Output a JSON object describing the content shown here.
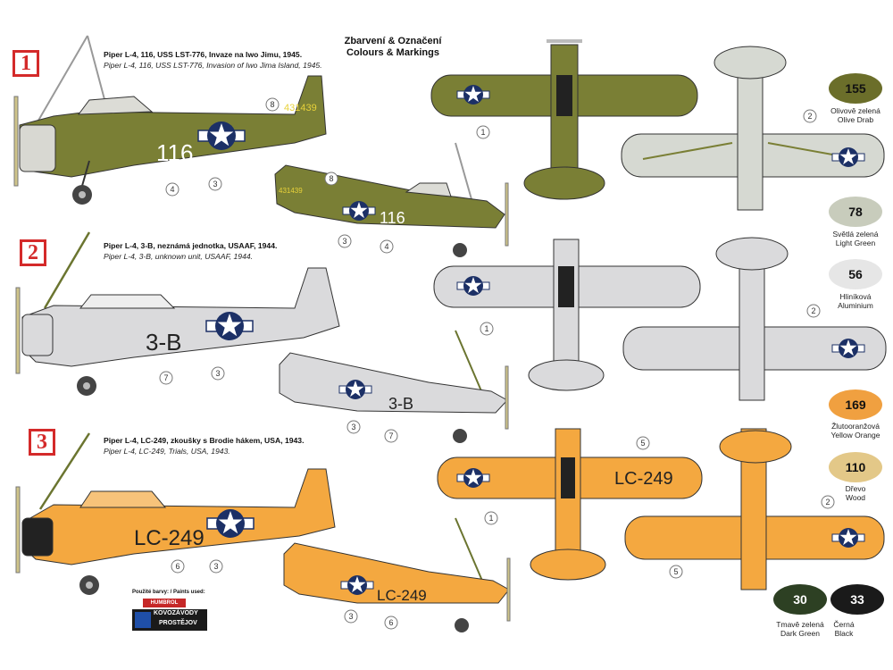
{
  "header": {
    "line1": "Zbarvení & Označení",
    "line2": "Colours & Markings"
  },
  "schemes": [
    {
      "number": "1",
      "cz": "Piper L-4, 116, USS LST-776, Invaze na Iwo Jimu, 1945.",
      "en": "Piper L-4, 116, USS LST-776, Invasion of Iwo Jima Island, 1945.",
      "code": "116",
      "serial": "431439"
    },
    {
      "number": "2",
      "cz": "Piper L-4, 3-B, neznámá jednotka, USAAF, 1944.",
      "en": "Piper L-4, 3-B, unknown unit, USAAF, 1944.",
      "code": "3-B"
    },
    {
      "number": "3",
      "cz": "Piper L-4, LC-249, zkoušky s Brodie hákem, USA, 1943.",
      "en": "Piper L-4, LC-249, Trials, USA, 1943.",
      "code": "LC-249"
    }
  ],
  "callouts": [
    "1",
    "2",
    "3",
    "4",
    "5",
    "6",
    "7",
    "8"
  ],
  "paints": [
    {
      "code": "155",
      "cz": "Olivově zelená",
      "en": "Olive Drab",
      "color": "#6b6e2a",
      "text": "#111111"
    },
    {
      "code": "78",
      "cz": "Světlá zelená",
      "en": "Light Green",
      "color": "#c8ccbc",
      "text": "#111111"
    },
    {
      "code": "56",
      "cz": "Hliníková",
      "en": "Aluminium",
      "color": "#e6e6e6",
      "text": "#111111"
    },
    {
      "code": "169",
      "cz": "Žlutooranžová",
      "en": "Yellow Orange",
      "color": "#f0a040",
      "text": "#111111"
    },
    {
      "code": "110",
      "cz": "Dřevo",
      "en": "Wood",
      "color": "#e3c888",
      "text": "#111111"
    },
    {
      "code": "30",
      "cz": "Tmavě zelená",
      "en": "Dark Green",
      "color": "#2d4023",
      "text": "#ffffff"
    },
    {
      "code": "33",
      "cz": "Černá",
      "en": "Black",
      "color": "#1a1a1a",
      "text": "#ffffff"
    }
  ],
  "paints_used": {
    "label": "Použité barvy: / Paints used:",
    "brand1": "HUMBROL",
    "brand2": "KOVOZÁVODY",
    "brand3": "PROSTĚJOV"
  },
  "colors": {
    "olive": "#7a7f35",
    "silver": "#d9dadc",
    "orange": "#f4a840",
    "insignia": "#1c3066",
    "badge": "#d42a2a"
  }
}
